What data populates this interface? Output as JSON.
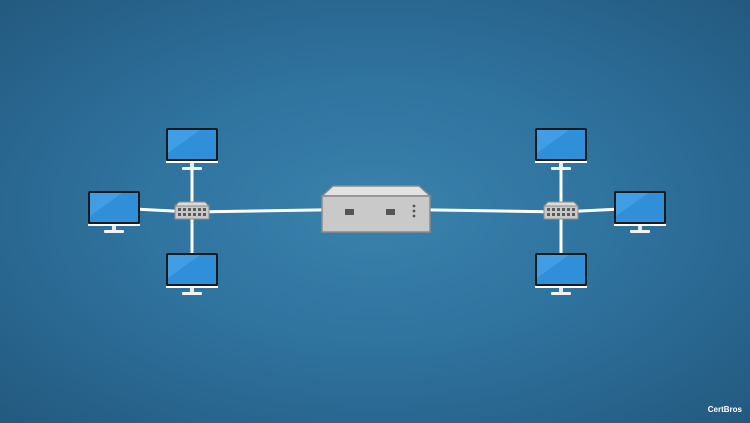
{
  "watermark": {
    "text": "CertBros"
  },
  "colors": {
    "background": "#2f739f",
    "cable": "#ffffff",
    "monitor_screen": "#2f8fd8",
    "monitor_frame": "#ffffff",
    "device_body": "#c9c9c9",
    "device_border": "#8a8a8a"
  },
  "diagram": {
    "devices": [
      {
        "id": "router",
        "type": "router"
      },
      {
        "id": "switch-left",
        "type": "switch"
      },
      {
        "id": "switch-right",
        "type": "switch"
      },
      {
        "id": "pc-left-top",
        "type": "computer"
      },
      {
        "id": "pc-left-side",
        "type": "computer"
      },
      {
        "id": "pc-left-bottom",
        "type": "computer"
      },
      {
        "id": "pc-right-top",
        "type": "computer"
      },
      {
        "id": "pc-right-side",
        "type": "computer"
      },
      {
        "id": "pc-right-bottom",
        "type": "computer"
      }
    ],
    "links": [
      [
        "switch-left",
        "router"
      ],
      [
        "switch-right",
        "router"
      ],
      [
        "switch-left",
        "pc-left-top"
      ],
      [
        "switch-left",
        "pc-left-side"
      ],
      [
        "switch-left",
        "pc-left-bottom"
      ],
      [
        "switch-right",
        "pc-right-top"
      ],
      [
        "switch-right",
        "pc-right-side"
      ],
      [
        "switch-right",
        "pc-right-bottom"
      ]
    ]
  }
}
